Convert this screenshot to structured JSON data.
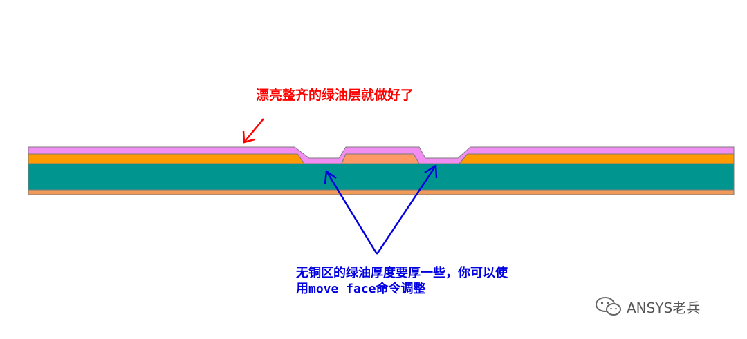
{
  "annotations": {
    "top_note": "漂亮整齐的绿油层就做好了",
    "bottom_note_line1": "无铜区的绿油厚度要厚一些，你可以使",
    "bottom_note_line2": "用move face命令调整"
  },
  "watermark": {
    "text": "ANSYS老兵",
    "icon": "wechat-icon"
  },
  "colors": {
    "solder_mask": "#f28ef2",
    "copper": "#ff9a00",
    "copper_pad": "#ff9966",
    "core": "#00968f",
    "bottom_copper": "#f09a5a",
    "outline": "#7a7a7a",
    "red_arrow": "#ff0000",
    "blue_arrow": "#0000e0"
  }
}
